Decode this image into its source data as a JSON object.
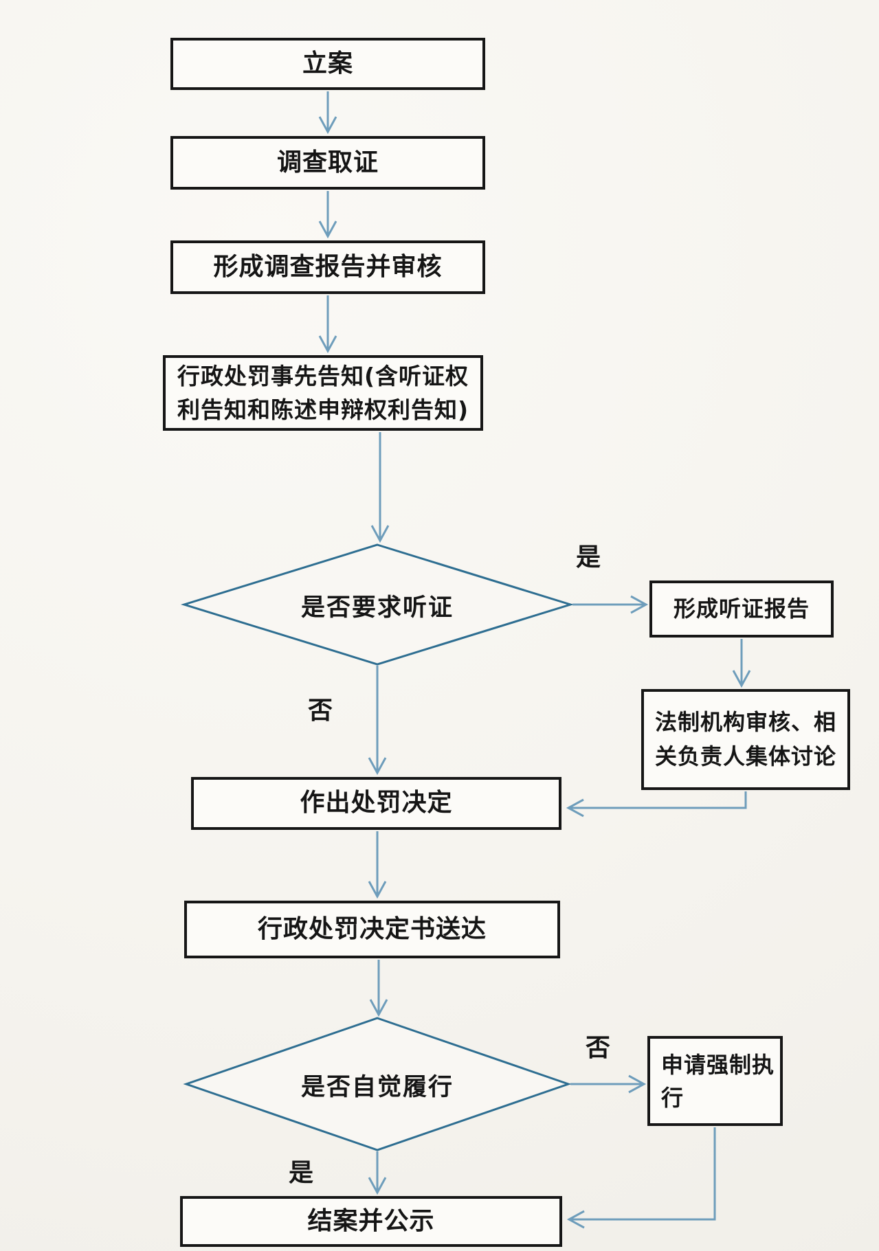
{
  "flowchart": {
    "nodes": {
      "lian": {
        "label": "立案",
        "type": "process"
      },
      "diaocha": {
        "label": "调查取证",
        "type": "process"
      },
      "baogao": {
        "label": "形成调查报告并审核",
        "type": "process"
      },
      "gaozhi": {
        "label": "行政处罚事先告知(含听证权利告知和陈述申辩权利告知)",
        "type": "process"
      },
      "d_tingzheng": {
        "label": "是否要求听证",
        "type": "decision"
      },
      "tingbao": {
        "label": "形成听证报告",
        "type": "process"
      },
      "fazhi": {
        "label": "法制机构审核、相关负责人集体讨论",
        "type": "process"
      },
      "chufa": {
        "label": "作出处罚决定",
        "type": "process"
      },
      "songda": {
        "label": "行政处罚决定书送达",
        "type": "process"
      },
      "d_lvxing": {
        "label": "是否自觉履行",
        "type": "decision"
      },
      "qiangzhi": {
        "label": "申请强制执行",
        "type": "process"
      },
      "jiean": {
        "label": "结案并公示",
        "type": "process"
      }
    },
    "edge_labels": {
      "tingzheng_yes": "是",
      "tingzheng_no": "否",
      "lvxing_no": "否",
      "lvxing_yes": "是"
    },
    "colors": {
      "arrow": "#6e9dbb",
      "diamond_border": "#2e6e91",
      "box_border": "#161616",
      "background": "#f6f4ef",
      "text": "#151515"
    }
  }
}
